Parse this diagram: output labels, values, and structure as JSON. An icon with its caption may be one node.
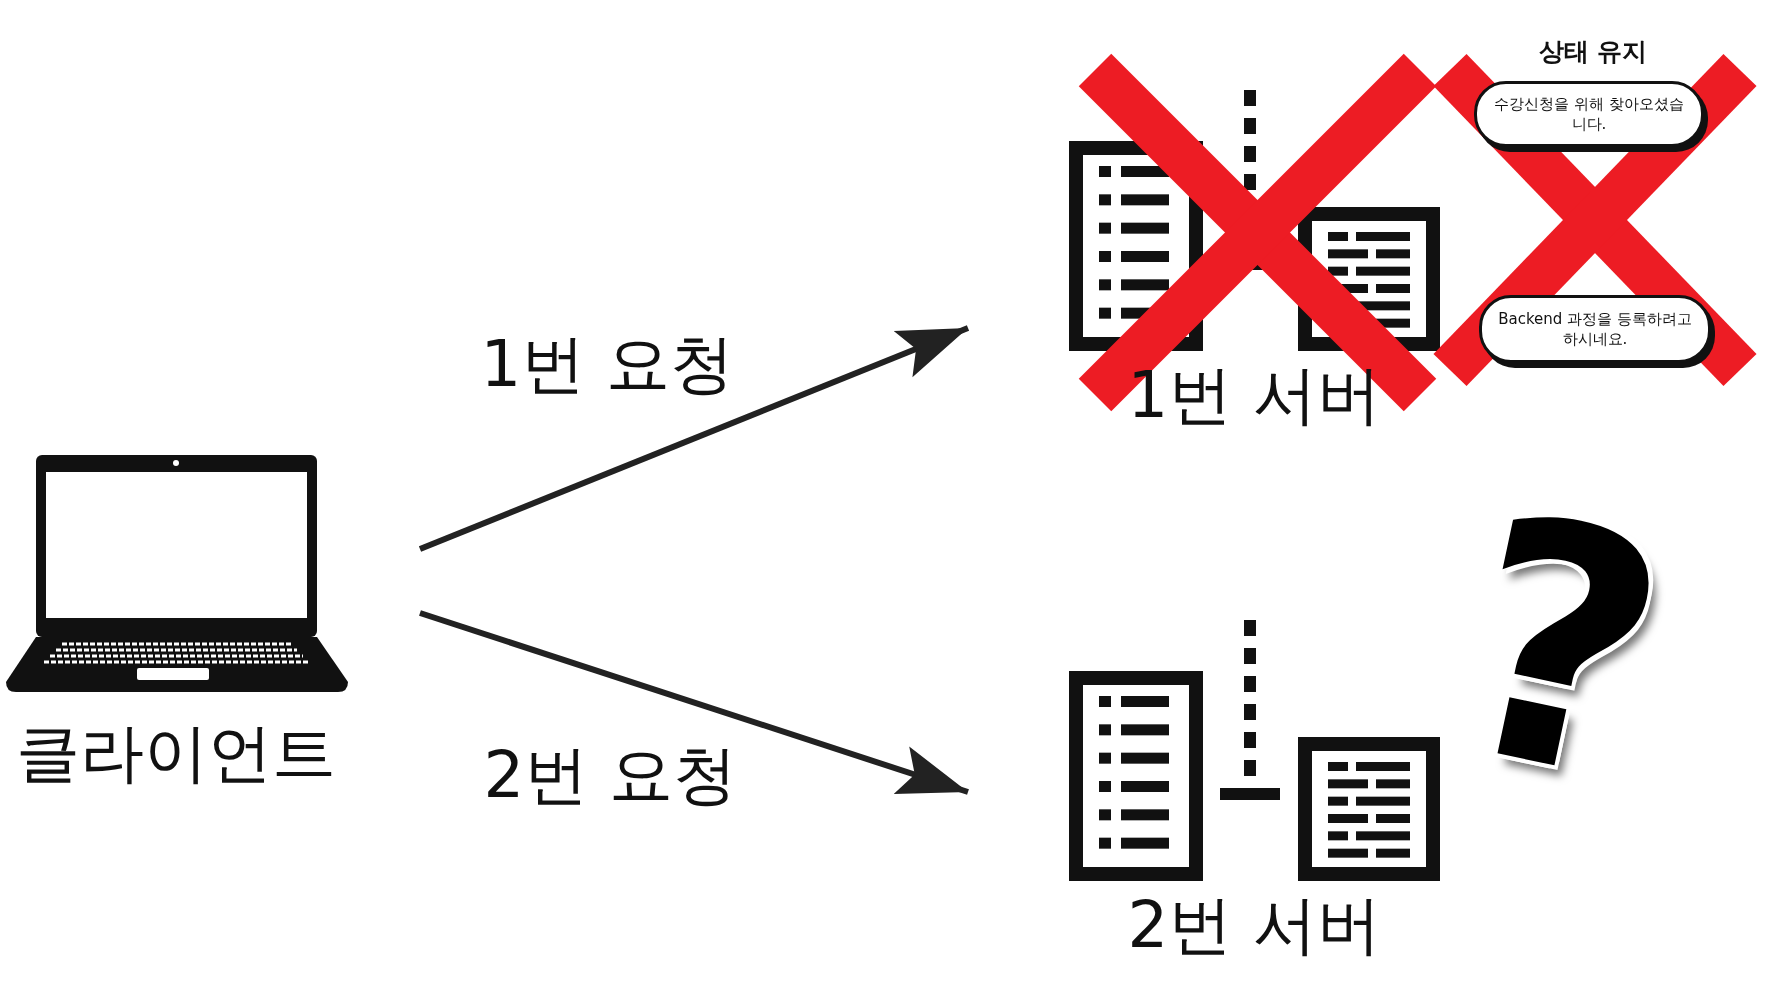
{
  "diagram": {
    "nodes": [
      {
        "text": [
          "클라이언트"
        ]
      },
      {
        "text": [
          "1번 서버"
        ]
      },
      {
        "text": [
          "2번 서버"
        ]
      },
      {
        "text": [
          "수강신청을 위해 찾아오셨습니다."
        ]
      },
      {
        "text": [
          "Backend 과정을 등록하려고 하시네요."
        ]
      }
    ],
    "edges": [
      {
        "from": 0,
        "to": 1,
        "arrow": "to",
        "label": "1번 요청"
      },
      {
        "from": 0,
        "to": 2,
        "arrow": "to",
        "label": "2번 요청"
      }
    ],
    "labels": [
      "상태 유지",
      "?"
    ]
  }
}
